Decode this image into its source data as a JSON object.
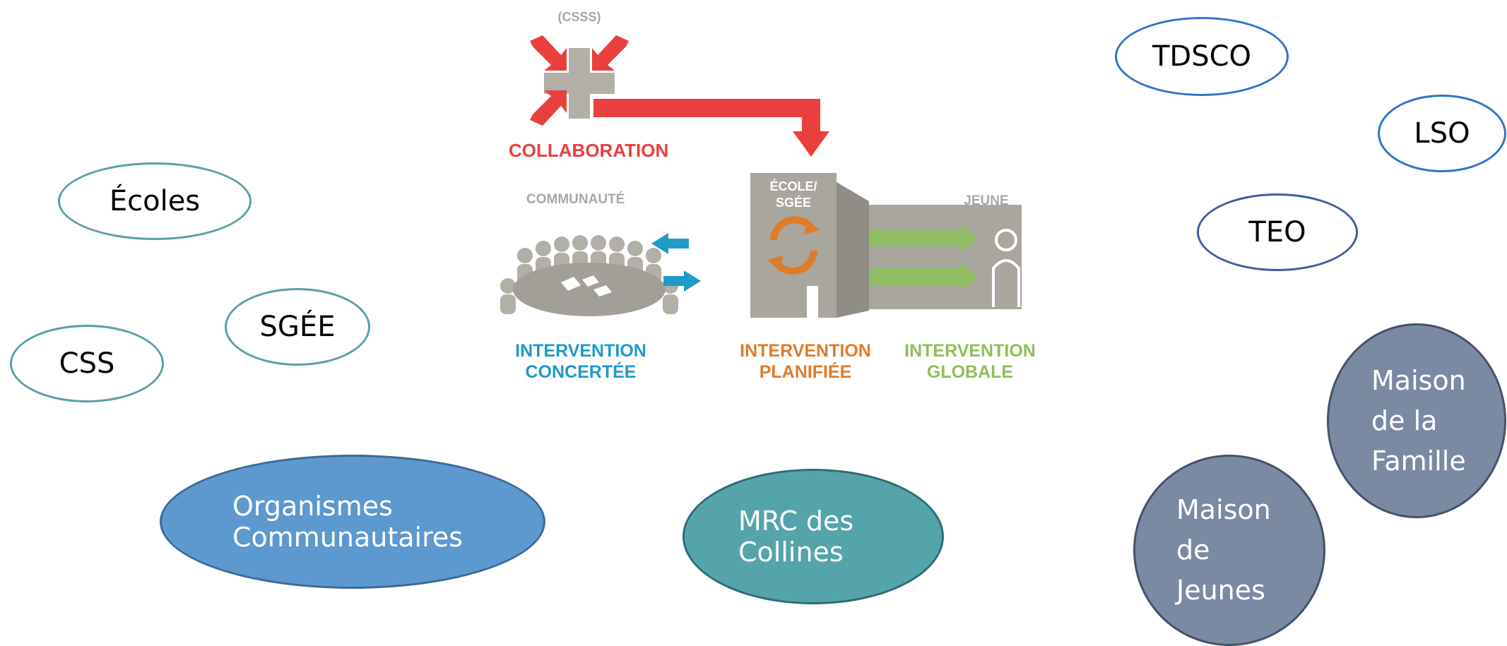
{
  "ovals": {
    "ecoles": "Écoles",
    "sgee": "SGÉE",
    "css": "CSS",
    "organismes": "Organismes\nCommunautaires",
    "mrc": "MRC des\nCollines",
    "tdsco": "TDSCO",
    "lso": "LSO",
    "teo": "TEO",
    "maison_famille": "Maison\nde la\nFamille",
    "maison_jeunes": "Maison\nde\nJeunes"
  },
  "diagram": {
    "csss": "(CSSS)",
    "collaboration": "COLLABORATION",
    "communaute": "COMMUNAUTÉ",
    "ecole_line1": "ÉCOLE/",
    "ecole_line2": "SGÉE",
    "jeune": "JEUNE",
    "concertee_line1": "INTERVENTION",
    "concertee_line2": "CONCERTÉE",
    "planifiee_line1": "INTERVENTION",
    "planifiee_line2": "PLANIFIÉE",
    "globale_line1": "INTERVENTION",
    "globale_line2": "GLOBALE"
  },
  "colors": {
    "red": "#e8403f",
    "gray": "#b1afa6",
    "dark_gray": "#9b9990",
    "blue": "#1f9ac9",
    "orange": "#e07b2a",
    "green": "#8dbf5a",
    "label_gray": "#a8a8a8"
  }
}
